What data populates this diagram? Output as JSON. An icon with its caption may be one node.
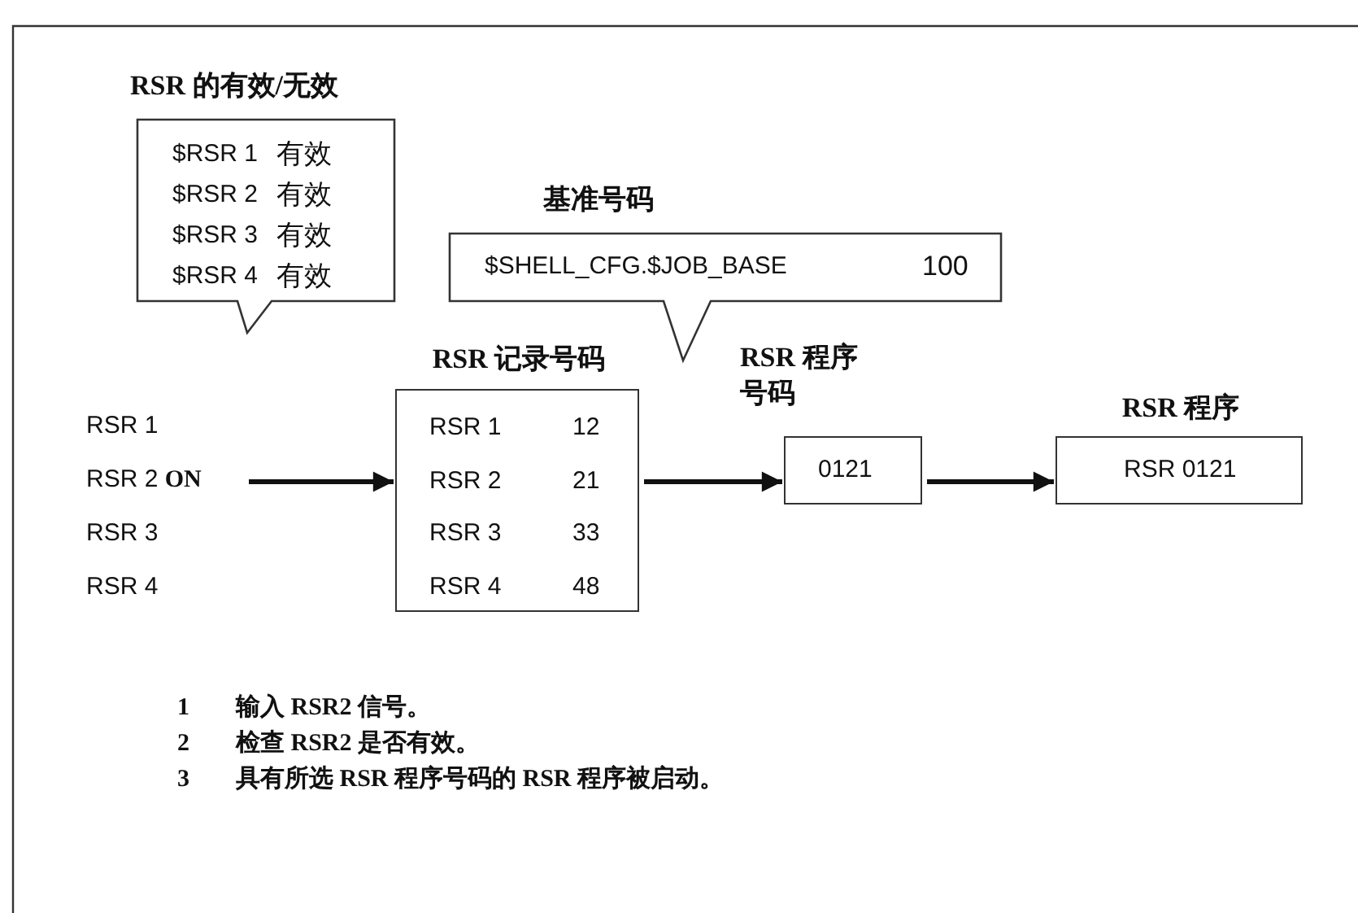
{
  "diagram": {
    "nodes": [
      {
        "text": [
          "RSR 的有效/无效",
          "$RSR 1",
          "有效",
          "$RSR 2",
          "有效",
          "$RSR 3",
          "有效",
          "$RSR 4",
          "有效"
        ]
      },
      {
        "text": [
          "基准号码",
          "$SHELL_CFG.$JOB_BASE",
          "100"
        ]
      },
      {
        "text": [
          "RSR 1",
          "RSR 2 **ON**",
          "RSR 3",
          "RSR 4"
        ]
      },
      {
        "text": [
          "RSR 记录号码",
          "RSR 1",
          "12",
          "RSR 2",
          "21",
          "RSR 3",
          "33",
          "RSR 4",
          "48"
        ]
      },
      {
        "text": [
          "RSR 程序号码",
          "0121"
        ]
      },
      {
        "text": [
          "RSR 程序",
          "RSR 0121"
        ]
      }
    ],
    "edges": [
      {
        "from": 2,
        "to": 3,
        "arrow": "to"
      },
      {
        "from": 3,
        "to": 4,
        "arrow": "to"
      },
      {
        "from": 4,
        "to": 5,
        "arrow": "to"
      }
    ],
    "labels": [
      "1",
      "输入 RSR2 信号。",
      "2",
      "检查 RSR2 是否有效。",
      "3",
      "具有所选 RSR 程序号码的 RSR 程序被启动。"
    ]
  }
}
